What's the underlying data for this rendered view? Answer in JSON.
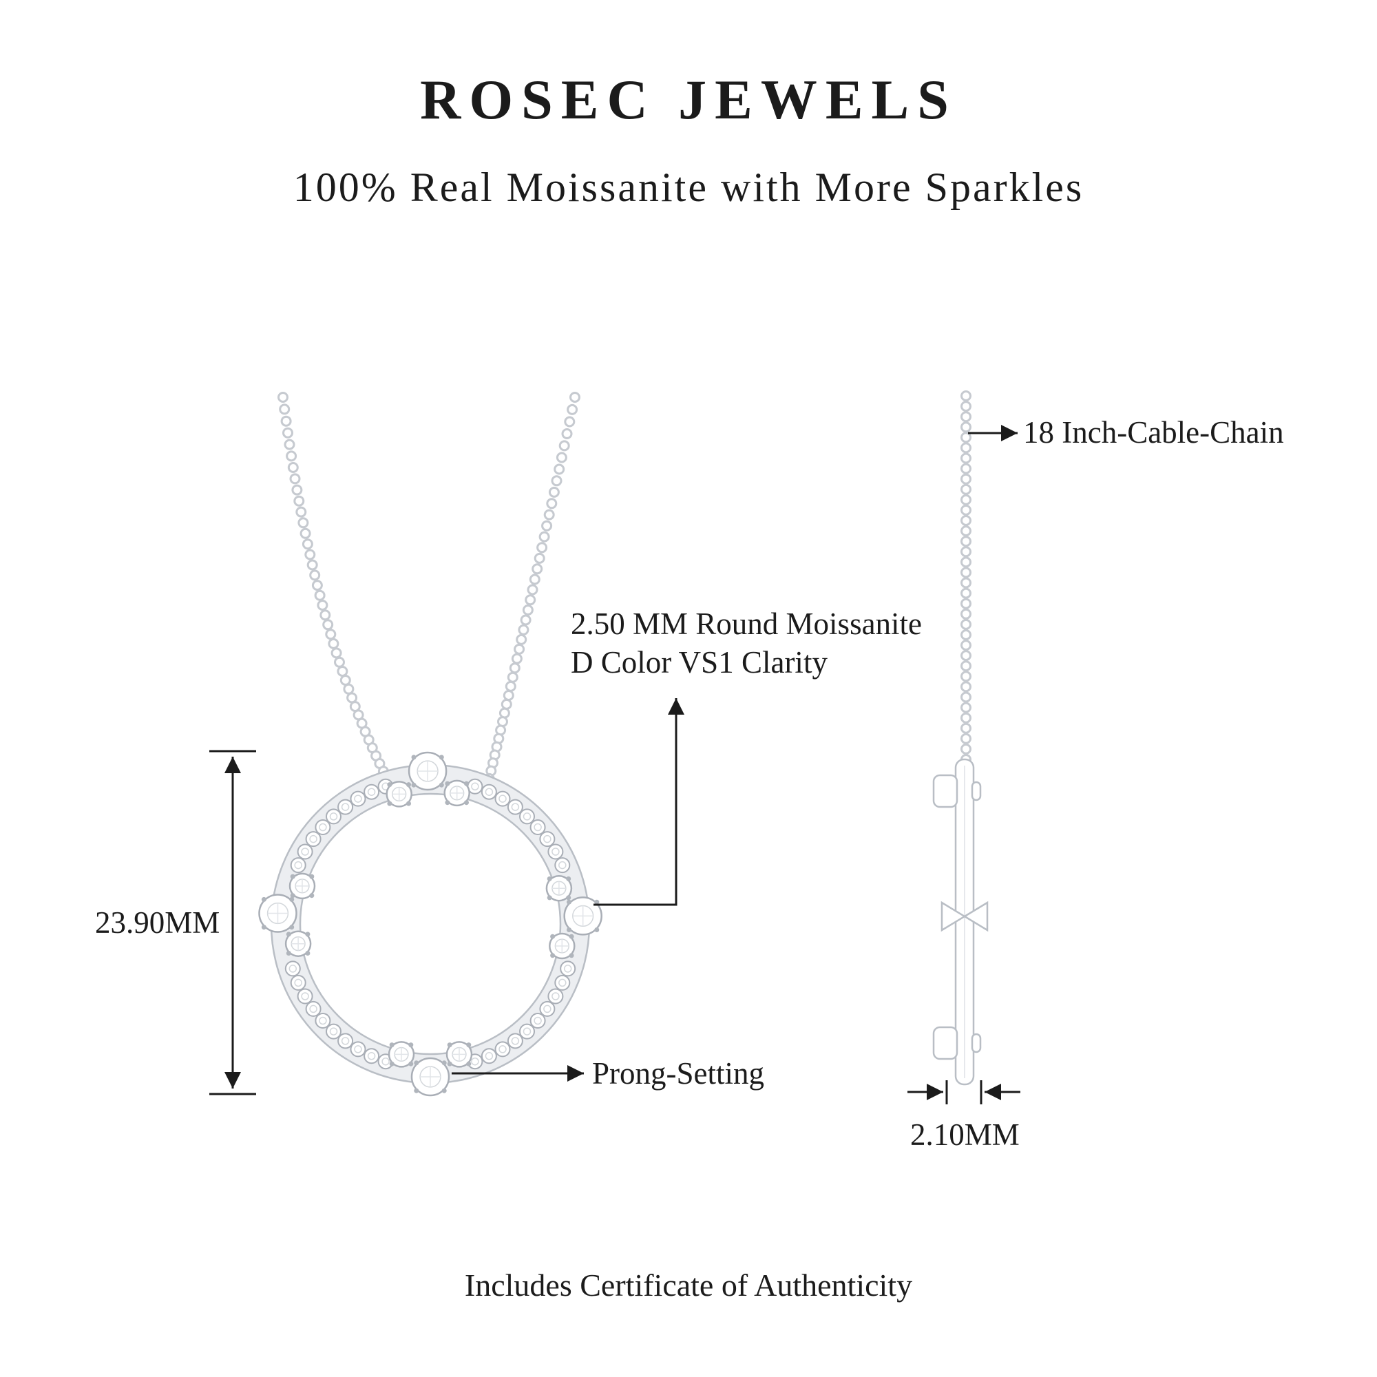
{
  "header": {
    "brand": "ROSEC JEWELS",
    "tagline": "100% Real Moissanite with More Sparkles"
  },
  "annotations": {
    "chain_length": "18 Inch-Cable-Chain",
    "stone_line1": "2.50 MM Round Moissanite",
    "stone_line2": "D Color VS1 Clarity",
    "pendant_height": "23.90MM",
    "setting": "Prong-Setting",
    "pendant_thickness": "2.10MM"
  },
  "footer": {
    "note": "Includes Certificate of Authenticity"
  },
  "colors": {
    "text": "#1b1b1b",
    "metal_outline": "#b9bec5",
    "metal_band": "#eceef1",
    "stone_stroke": "#a9aeb6",
    "chain": "#c6cad0"
  }
}
